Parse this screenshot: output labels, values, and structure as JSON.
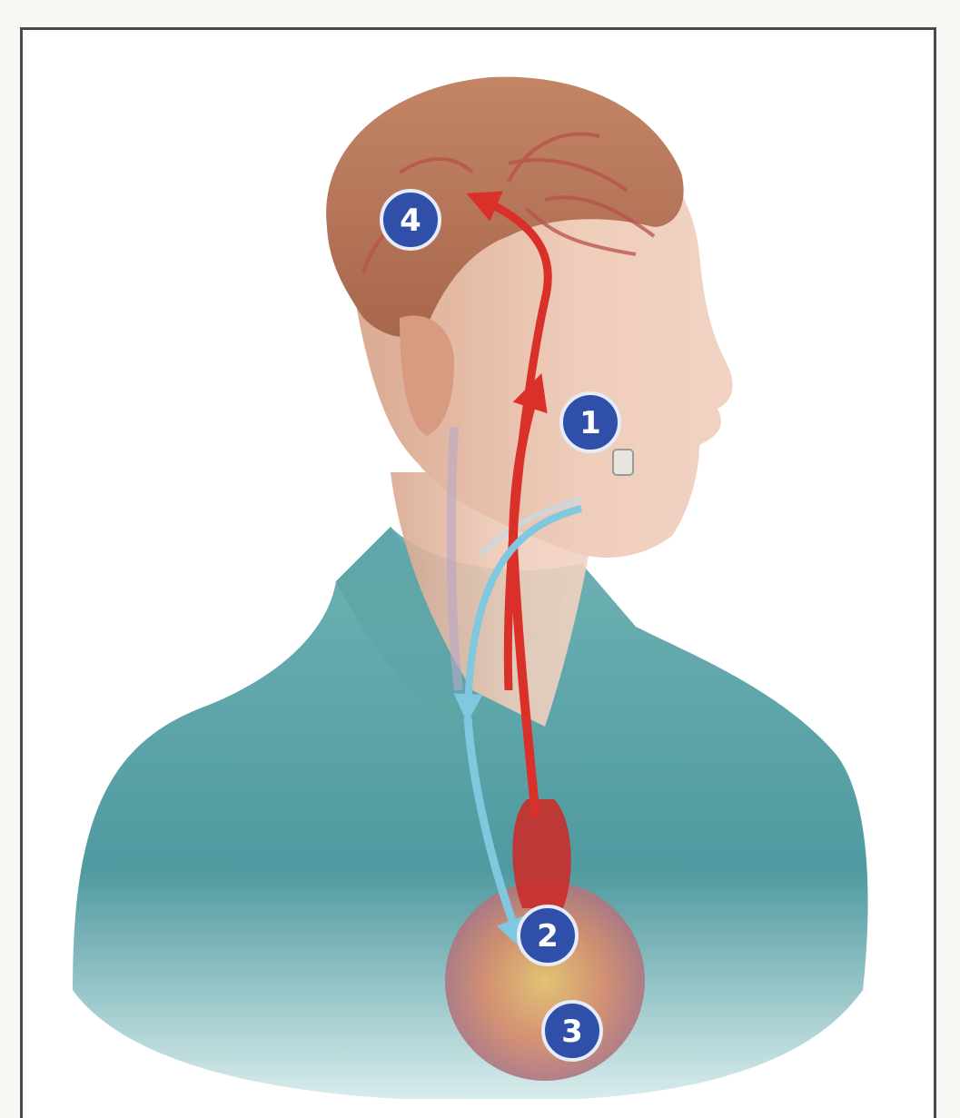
{
  "markers": [
    {
      "id": "1",
      "label": "1"
    },
    {
      "id": "2",
      "label": "2"
    },
    {
      "id": "3",
      "label": "3"
    },
    {
      "id": "4",
      "label": "4"
    }
  ],
  "colors": {
    "artery": "#d9302a",
    "vein": "#7fc8e0",
    "shirt": "#4f9aa0",
    "skin": "#e9c2ae",
    "hair": "#b8765a",
    "marker": "#2f4fa8",
    "frame": "#4a4a4a"
  }
}
